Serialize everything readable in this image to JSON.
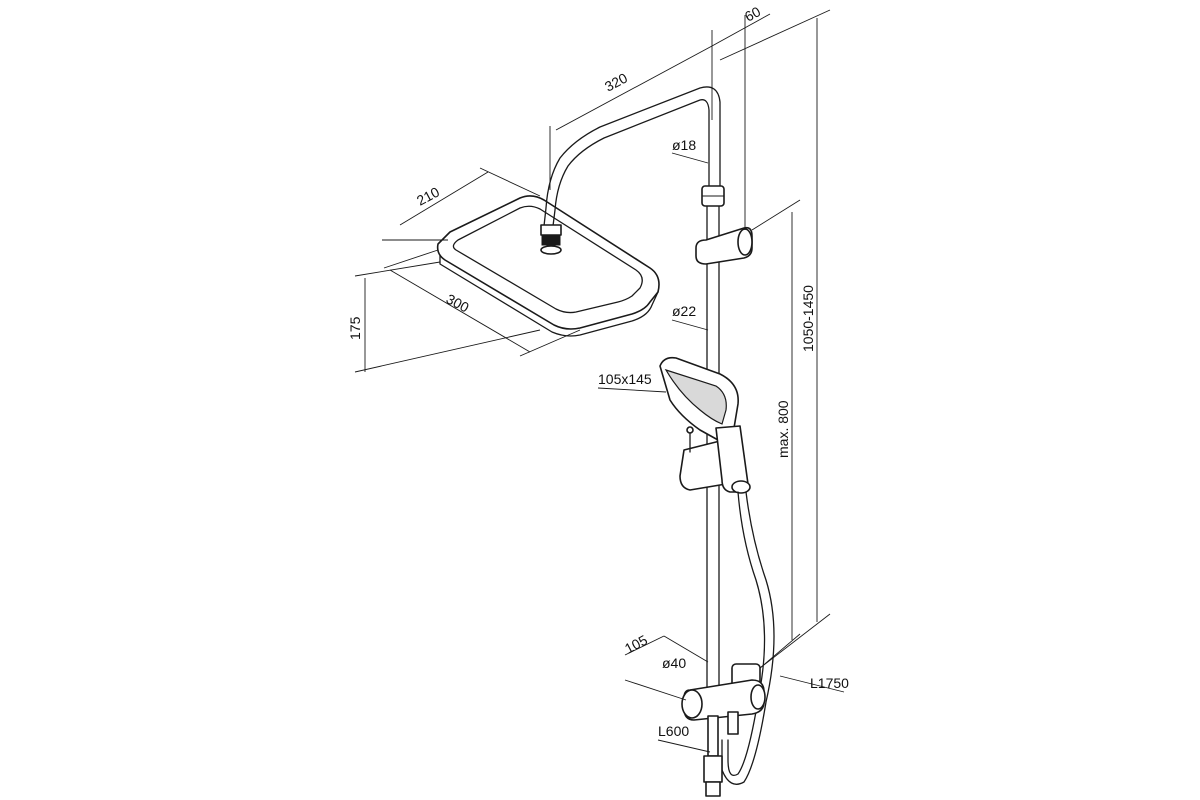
{
  "labels": {
    "arm_length": "320",
    "wall_offset": "60",
    "head_depth": "210",
    "head_width": "300",
    "head_height": "175",
    "arm_diameter": "ø18",
    "rail_diameter": "ø22",
    "hand_shower_size": "105x145",
    "slide_range": "max. 800",
    "total_height": "1050-1450",
    "mixer_offset": "105",
    "mixer_diameter": "ø40",
    "hose_length": "L1750",
    "pipe_length": "L600"
  },
  "colors": {
    "line": "#1a1a1a",
    "background": "#ffffff",
    "fill": "#d9d9d9"
  }
}
